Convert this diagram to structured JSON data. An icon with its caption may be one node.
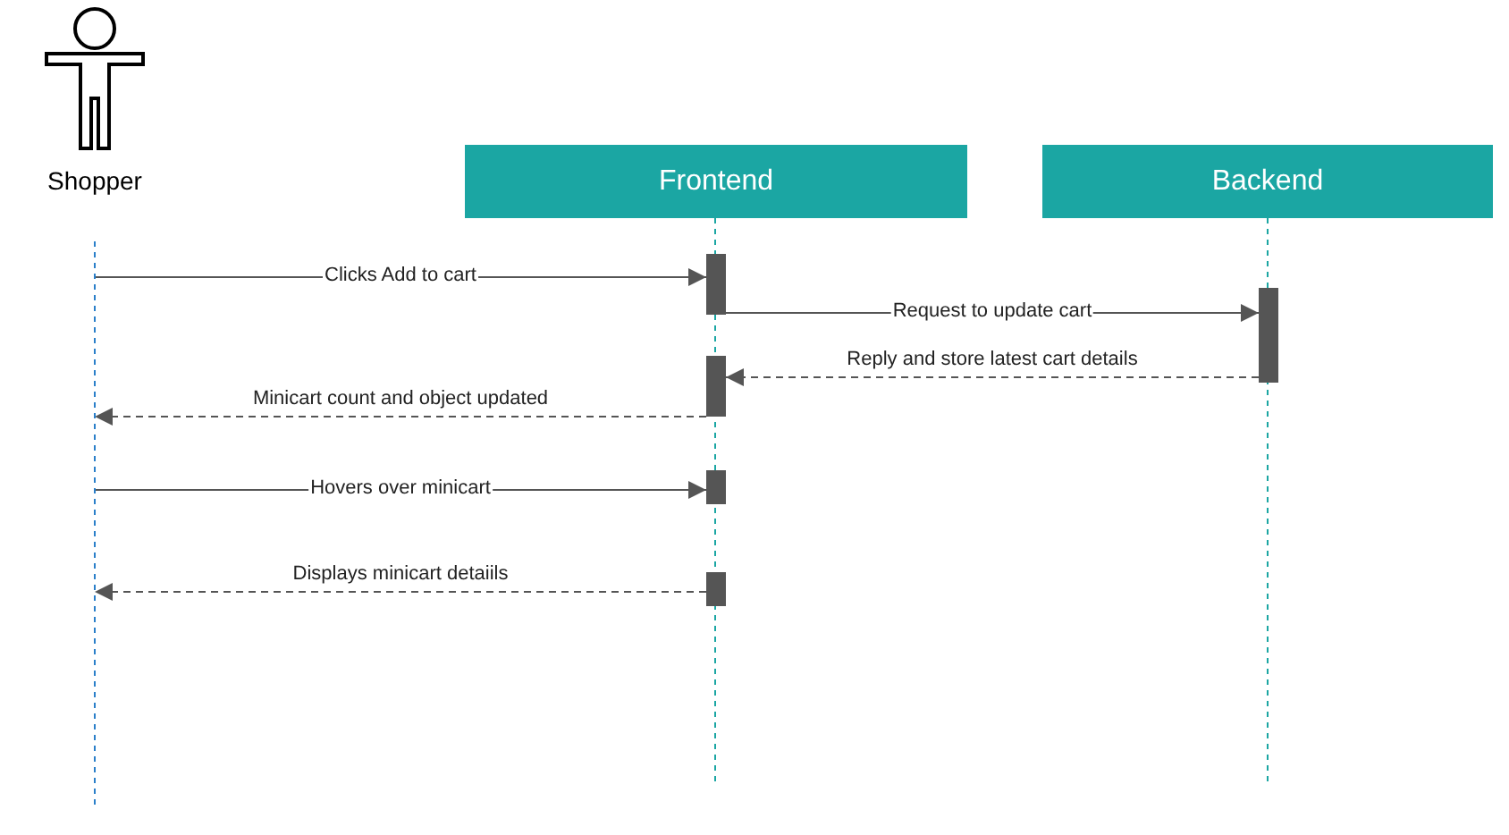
{
  "diagram": {
    "nodes": [
      {
        "text": [
          "Shopper"
        ]
      },
      {
        "text": [
          "Frontend"
        ]
      },
      {
        "text": [
          "Backend"
        ]
      },
      {
        "text": [],
        "shape": "bar"
      },
      {
        "text": [],
        "shape": "bar"
      },
      {
        "text": [],
        "shape": "bar"
      },
      {
        "text": [],
        "shape": "bar"
      },
      {
        "text": [],
        "shape": "bar"
      }
    ],
    "edges": [
      {
        "from": 0,
        "to": 3,
        "arrow": "to",
        "label": "Clicks Add to cart"
      },
      {
        "from": 3,
        "to": 7,
        "arrow": "to",
        "label": "Request to update cart"
      },
      {
        "from": 7,
        "to": 4,
        "arrow": "to",
        "label": "Reply and store latest cart details",
        "style": "dashed"
      },
      {
        "from": 4,
        "to": 0,
        "arrow": "to",
        "label": "Minicart count and object updated",
        "style": "dashed"
      },
      {
        "from": 0,
        "to": 5,
        "arrow": "to",
        "label": "Hovers over minicart"
      },
      {
        "from": 6,
        "to": 0,
        "arrow": "to",
        "label": "Displays minicart detaiils",
        "style": "dashed"
      }
    ]
  }
}
